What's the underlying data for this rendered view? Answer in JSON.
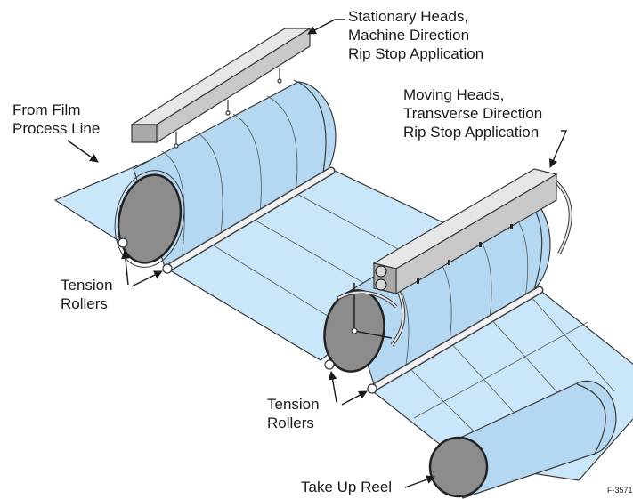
{
  "labels": {
    "stationary_heads": [
      "Stationary Heads,",
      "Machine Direction",
      "Rip Stop Application"
    ],
    "moving_heads": [
      "Moving Heads,",
      "Transverse Direction",
      "Rip Stop Application"
    ],
    "from_film": [
      "From Film",
      "Process Line"
    ],
    "tension_rollers_1": [
      "Tension",
      "Rollers"
    ],
    "tension_rollers_2": [
      "Tension",
      "Rollers"
    ],
    "take_up_reel": "Take Up Reel",
    "figure_id": "F-3571"
  },
  "colors": {
    "film": "#c9e6fb",
    "film_dark": "#b4d8f1",
    "outline": "#3a3a3a",
    "roller_face": "#8c8c8c",
    "head_top": "#e6e6e6",
    "head_front": "#c8c8c8",
    "head_side": "#a9a9a9"
  }
}
